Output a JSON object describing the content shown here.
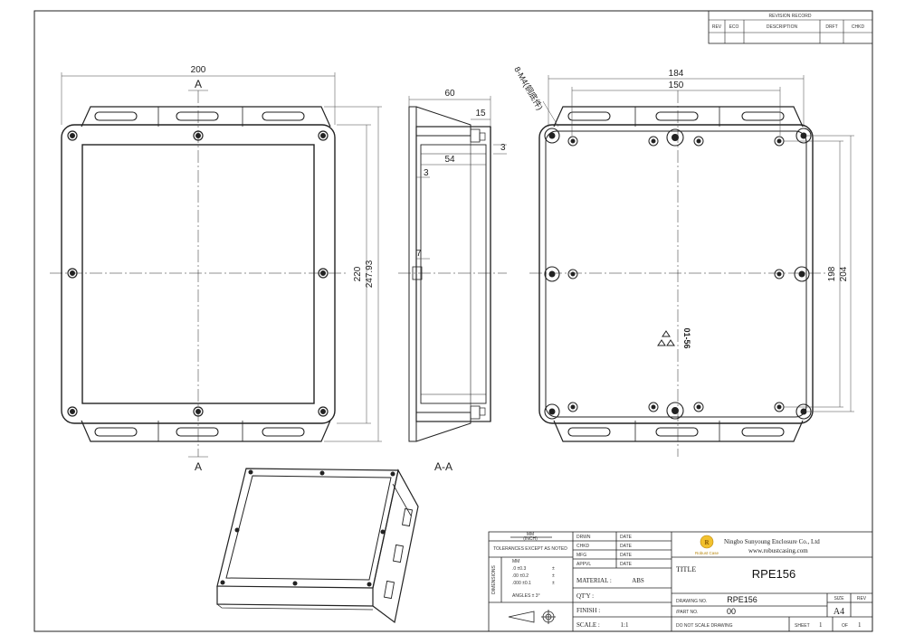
{
  "revision_table": {
    "title": "REVISION RECORD",
    "headers": [
      "REV",
      "ECO",
      "DESCRIPTION",
      "DRFT",
      "CHKD"
    ]
  },
  "views": {
    "front": {
      "dim_width": "200",
      "dim_height_inner": "220",
      "dim_height_outer": "247.93",
      "section_mark": "A"
    },
    "section": {
      "label": "A-A",
      "dim_depth": "60",
      "dim_flange": "15",
      "dim_wall_top": "3",
      "dim_inner_depth": "54",
      "dim_wall": "3",
      "dim_small": "7"
    },
    "back": {
      "screw_note": "8-M4(铜底件)",
      "dim_width_outer": "184",
      "dim_width_inner": "150",
      "dim_height_inner": "198",
      "dim_height_outer": "204",
      "mold_mark": "01-56"
    }
  },
  "title_block": {
    "company": "Ningbo Sunyoung Enclosure Co., Ltd",
    "website": "www.robustcasing.com",
    "logo_text": "Robust Case",
    "title_label": "TITLE",
    "title_value": "RPE156",
    "drawing_no_label": "DRAWING NO.",
    "drawing_no_value": "RPE156",
    "part_no_label": "/PART NO.",
    "part_no_value": "00",
    "size_label": "SIZE",
    "size_value": "A4",
    "rev_label": "REV",
    "material_label": "MATERIAL :",
    "material_value": "ABS",
    "qty_label": "QT'Y :",
    "finish_label": "FINISH :",
    "scale_label": "SCALE :",
    "scale_value": "1:1",
    "do_not_scale": "DO NOT SCALE DRAWING",
    "sheet_label": "SHEET",
    "sheet_value": "1",
    "of_label": "OF",
    "of_value": "1",
    "approvals": [
      "DRWN",
      "CHKD",
      "MFG",
      "APPVL"
    ],
    "date_label": "DATE",
    "units_label": "MM",
    "units_sub": "(INCH)",
    "tolerance_title": "TOLERANCES EXCEPT AS NOTED",
    "tolerance_vertical": "DIMENSIONS",
    "tolerances": [
      ".0 ±0.3",
      ".00 ±0.2",
      ".000 ±0.1"
    ],
    "tolerances_inch": [
      "±",
      "±",
      "±"
    ],
    "angles": "ANGLES ± 3°"
  }
}
